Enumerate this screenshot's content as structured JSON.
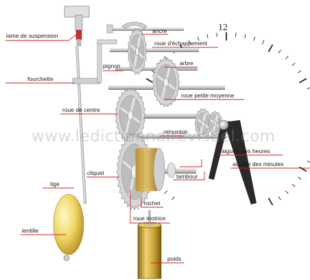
{
  "labels": {
    "lame_de_suspension": "lame de suspension",
    "ancre": "ancre",
    "roue_echappement": "roue d'échappement",
    "pignon": "pignon",
    "arbre": "arbre",
    "fourchette": "fourchette",
    "roue_petite_moyenne": "roue petite moyenne",
    "roue_de_centre": "roue de centre",
    "remontoir": "remontoir",
    "aiguille_des_heures": "aiguille des heures",
    "aiguille_des_minutes": "aiguille des minutes",
    "cliquet": "cliquet",
    "tambour": "tambour",
    "tige": "tige",
    "rochet": "rochet",
    "roue_motrice": "roue motrice",
    "lentille": "lentille",
    "poids": "poids"
  },
  "dial": {
    "twelve": "12"
  },
  "watermark": "www.ledictionnairevisuel.com",
  "colors": {
    "leader_line": "#d02020",
    "metal_light": "#e8e8e8",
    "metal_mid": "#b8b8b8",
    "metal_dark": "#7a7a7a",
    "brass": "#d8b84a",
    "lens": "#f0dc70",
    "hand": "#2a2a2a"
  }
}
